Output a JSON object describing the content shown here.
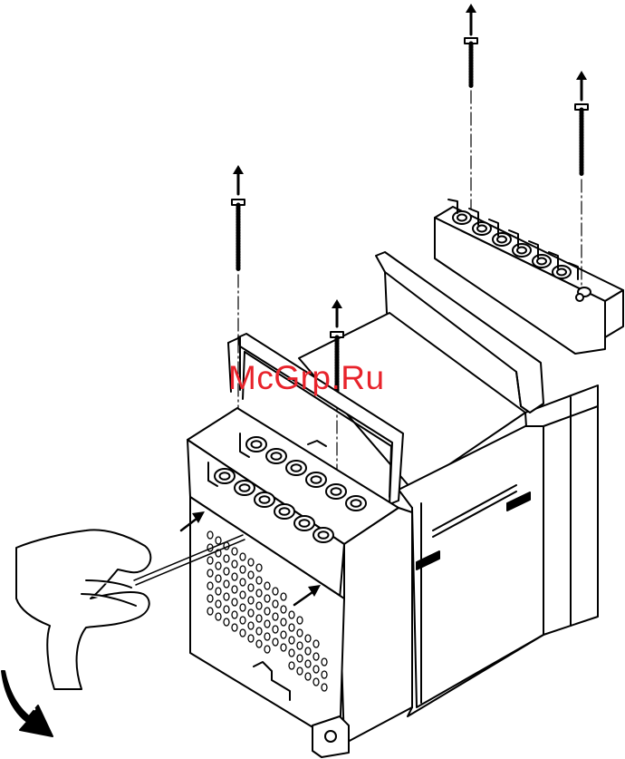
{
  "watermark": {
    "text": "McGrp.Ru",
    "color": "#e8232b"
  },
  "colors": {
    "line": "#000000",
    "fill": "#ffffff"
  },
  "figure": {
    "parts": [
      "device-housing",
      "front-terminal-block",
      "removable-terminal-block",
      "hinged-cover-left",
      "hinged-cover-right",
      "screws",
      "screwdriver",
      "hand"
    ],
    "arrows": [
      "screw-removal-arrow",
      "insert-arrow",
      "rotate-arrow"
    ]
  }
}
